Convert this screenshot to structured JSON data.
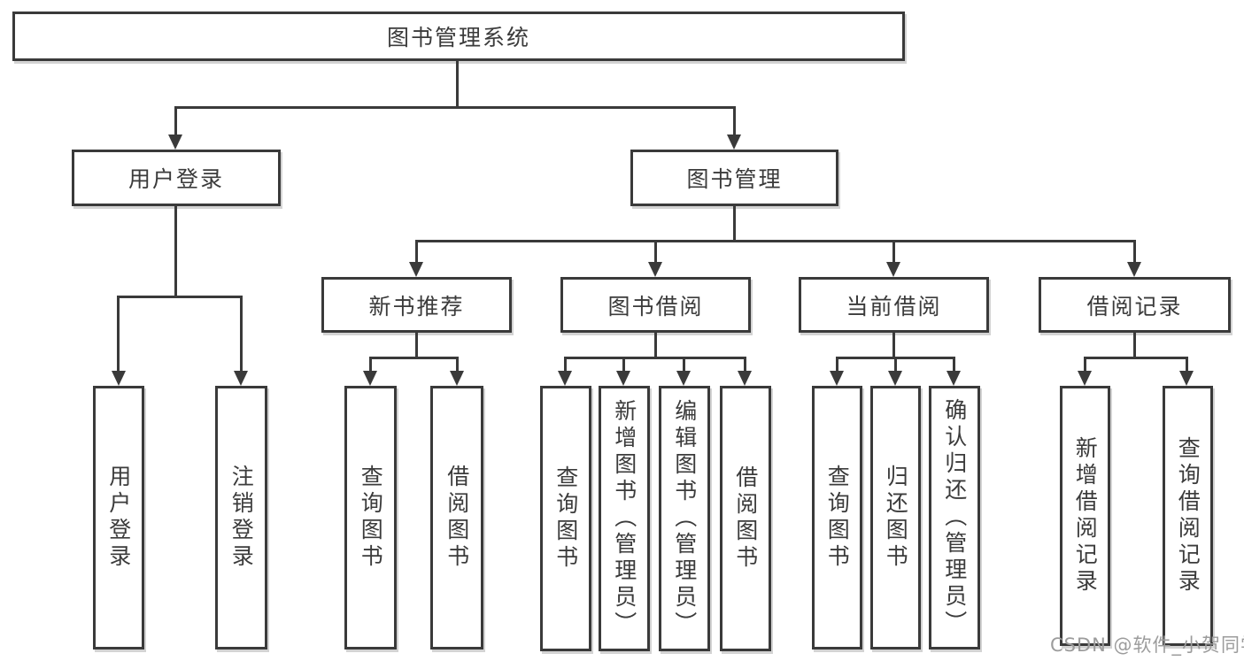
{
  "tree": {
    "label": "图书管理系统",
    "children": [
      {
        "label": "用户登录",
        "children": [
          {
            "label": "用户登录"
          },
          {
            "label": "注销登录"
          }
        ]
      },
      {
        "label": "图书管理",
        "children": [
          {
            "label": "新书推荐",
            "children": [
              {
                "label": "查询图书"
              },
              {
                "label": "借阅图书"
              }
            ]
          },
          {
            "label": "图书借阅",
            "children": [
              {
                "label": "查询图书"
              },
              {
                "label": "新增图书（管理员）"
              },
              {
                "label": "编辑图书（管理员）"
              },
              {
                "label": "借阅图书"
              }
            ]
          },
          {
            "label": "当前借阅",
            "children": [
              {
                "label": "查询图书"
              },
              {
                "label": "归还图书"
              },
              {
                "label": "确认归还（管理员）"
              }
            ]
          },
          {
            "label": "借阅记录",
            "children": [
              {
                "label": "新增借阅记录"
              },
              {
                "label": "查询借阅记录"
              }
            ]
          }
        ]
      }
    ]
  },
  "watermark": "CSDN @软件_小贺同学",
  "colors": {
    "line": "#3a3a3a",
    "text": "#3b3b3b",
    "background": "#ffffff",
    "watermark": "#9c9c9c"
  }
}
